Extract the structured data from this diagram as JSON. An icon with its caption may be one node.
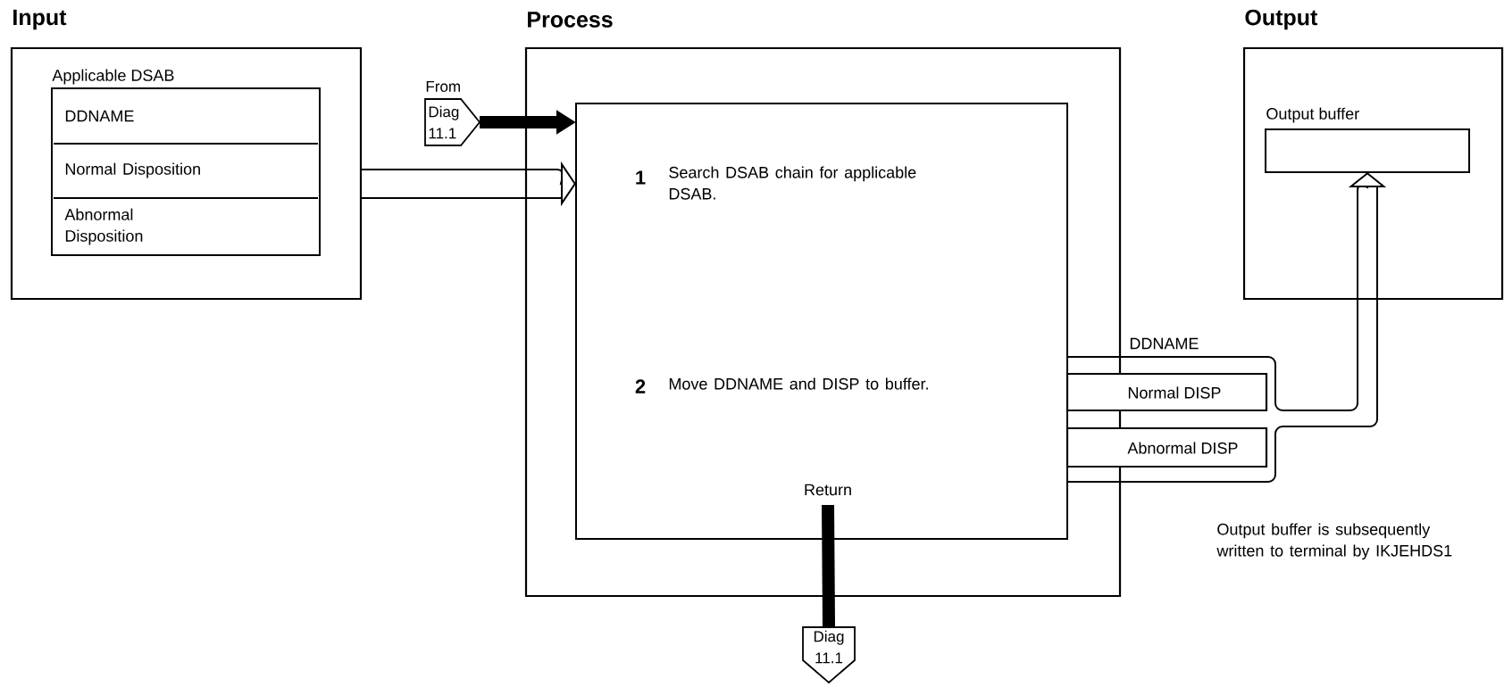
{
  "diagram": {
    "nodes": [
      {
        "text": [
          "Input"
        ]
      },
      {
        "text": [
          "Applicable DSAB"
        ],
        "in": 0
      },
      {
        "text": [
          "DDNAME"
        ],
        "in": 1
      },
      {
        "text": [
          "Normal Disposition"
        ],
        "in": 1
      },
      {
        "text": [
          "Abnormal Disposition"
        ],
        "in": 1
      },
      {
        "text": [
          "Process"
        ]
      },
      {
        "text": [
          "From",
          "Diag 11.1"
        ]
      },
      {
        "text": [
          "1",
          "Search DSAB chain for applicable DSAB.",
          "2",
          "Move DDNAME and DISP to buffer."
        ],
        "in": 5
      },
      {
        "text": [
          "Normal DISP"
        ]
      },
      {
        "text": [
          "Abnormal DISP"
        ]
      },
      {
        "text": [
          "Output"
        ]
      },
      {
        "text": [
          "Output buffer"
        ],
        "in": 10
      },
      {
        "text": [
          "Diag 11.1"
        ]
      }
    ],
    "edges": [
      {
        "from": 6,
        "to": 7,
        "arrow": "to",
        "style": "thick"
      },
      {
        "from": 0,
        "to": 7,
        "arrow": "to"
      },
      {
        "from": 7,
        "to": 11,
        "arrow": "to",
        "label": "DDNAME"
      },
      {
        "from": 7,
        "to": 12,
        "arrow": "none",
        "style": "thick",
        "label": "Return"
      }
    ],
    "labels": [
      "Output buffer is subsequently written to terminal by IKJEHDS1"
    ]
  }
}
